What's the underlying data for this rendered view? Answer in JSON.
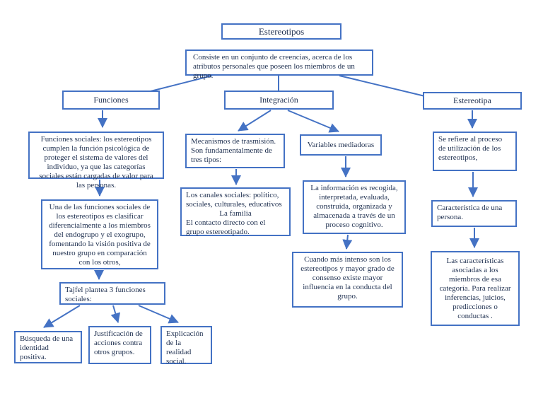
{
  "colors": {
    "accent": "#4472C4",
    "text": "#1F3050",
    "background": "#FFFFFF"
  },
  "nodes": {
    "title": "Estereotipos",
    "definition": "Consiste en un conjunto de creencias, acerca de los atributos personales que poseen los miembros de un grupo.",
    "funciones": "Funciones",
    "integracion": "Integración",
    "estereotipa": "Estereotipa",
    "funciones_sociales": "Funciones sociales: los estereotipos cumplen la función psicológica de proteger el sistema de valores del individuo, ya que las categorías sociales están cargadas de valor para las personas.",
    "endogrupo": "Una de las funciones sociales de los estereotipos es clasificar diferencialmente a los miembros del endogrupo y el exogrupo, fomentando la visión positiva de nuestro grupo en comparación con los otros,",
    "tajfel": "Tajfel plantea 3 funciones sociales:",
    "busqueda": "Búsqueda de una identidad positiva.",
    "justificacion": "Justificación de acciones contra otros grupos.",
    "explicacion": "Explicación de la realidad social.",
    "mecanismos": "Mecanismos de trasmisión. Son fundamentalmente de tres tipos:",
    "variables": "Variables mediadoras",
    "canales": {
      "line1": "Los canales sociales: político, sociales, culturales, educativos",
      "line2": "La familia",
      "line3": "El contacto directo con el grupo estereotipado."
    },
    "informacion": "La información es recogida, interpretada, evaluada, construida, organizada y almacenada a través de un proceso cognitivo.",
    "cuando": "Cuando más intenso son los estereotipos y mayor grado de consenso existe mayor influencia en la conducta del grupo.",
    "se_refiere": "Se refiere al proceso de utilización de los estereotipos,",
    "caracteristica": "Característica de una persona.",
    "caracteristicas_asociadas": "Las características asociadas  a los miembros de esa categoría. Para realizar inferencias, juicios, predicciones o conductas ."
  }
}
